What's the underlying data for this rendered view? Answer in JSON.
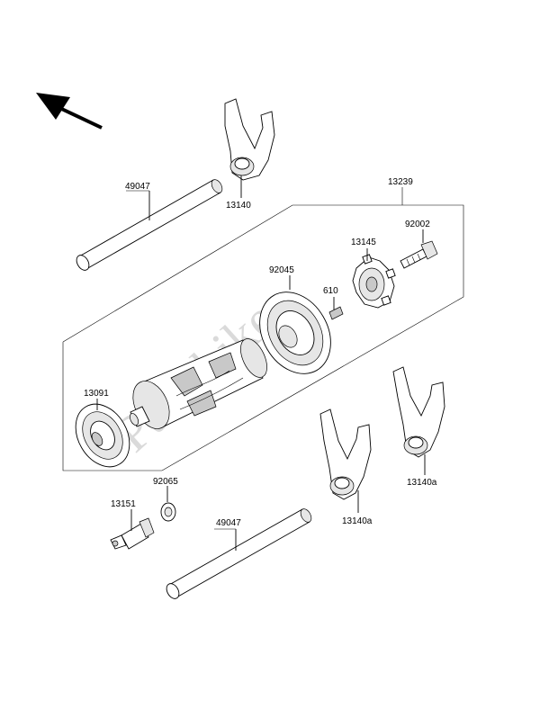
{
  "watermark": "Partsbike",
  "labels": {
    "rod_top": "49047",
    "fork_top": "13140",
    "drum_group": "13239",
    "bolt": "92002",
    "cam_plate": "13145",
    "bearing_right": "92045",
    "pin": "610",
    "bearing_left": "13091",
    "washer": "92065",
    "switch": "13151",
    "rod_bottom": "49047",
    "fork_middle": "13140a",
    "fork_right": "13140a"
  },
  "icons": {
    "direction": "arrow-front-icon"
  }
}
